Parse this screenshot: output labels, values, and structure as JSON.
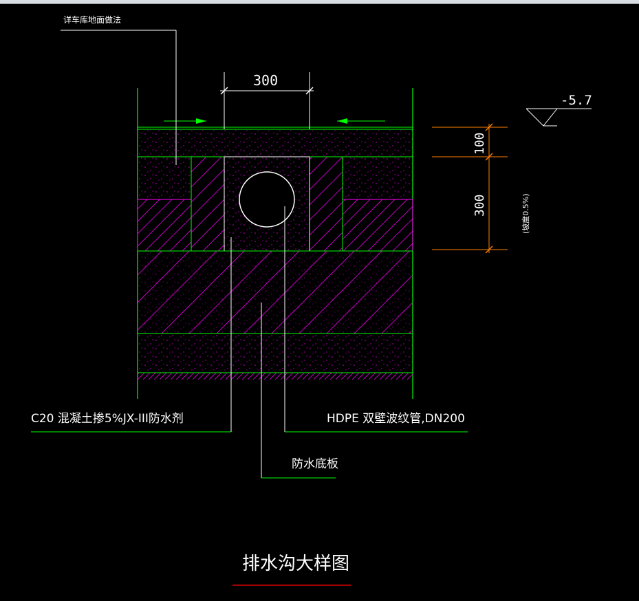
{
  "drawing": {
    "title": "排水沟大样图",
    "callouts": {
      "floor_ref": "详车库地面做法",
      "concrete": "C20 混凝土掺5%JX-III防水剂",
      "pipe": "HDPE 双壁波纹管,DN200",
      "base_plate": "防水底板"
    },
    "dimensions": {
      "top_width": "300",
      "right_upper": "100",
      "right_lower": "300",
      "slope_note": "(坡度0.5%)"
    },
    "elevation": "-5.7"
  },
  "colors": {
    "background": "#000000",
    "green": "#00ff00",
    "magenta": "#ff00ff",
    "orange": "#ff7f00",
    "white": "#ffffff",
    "red": "#ff0000"
  }
}
